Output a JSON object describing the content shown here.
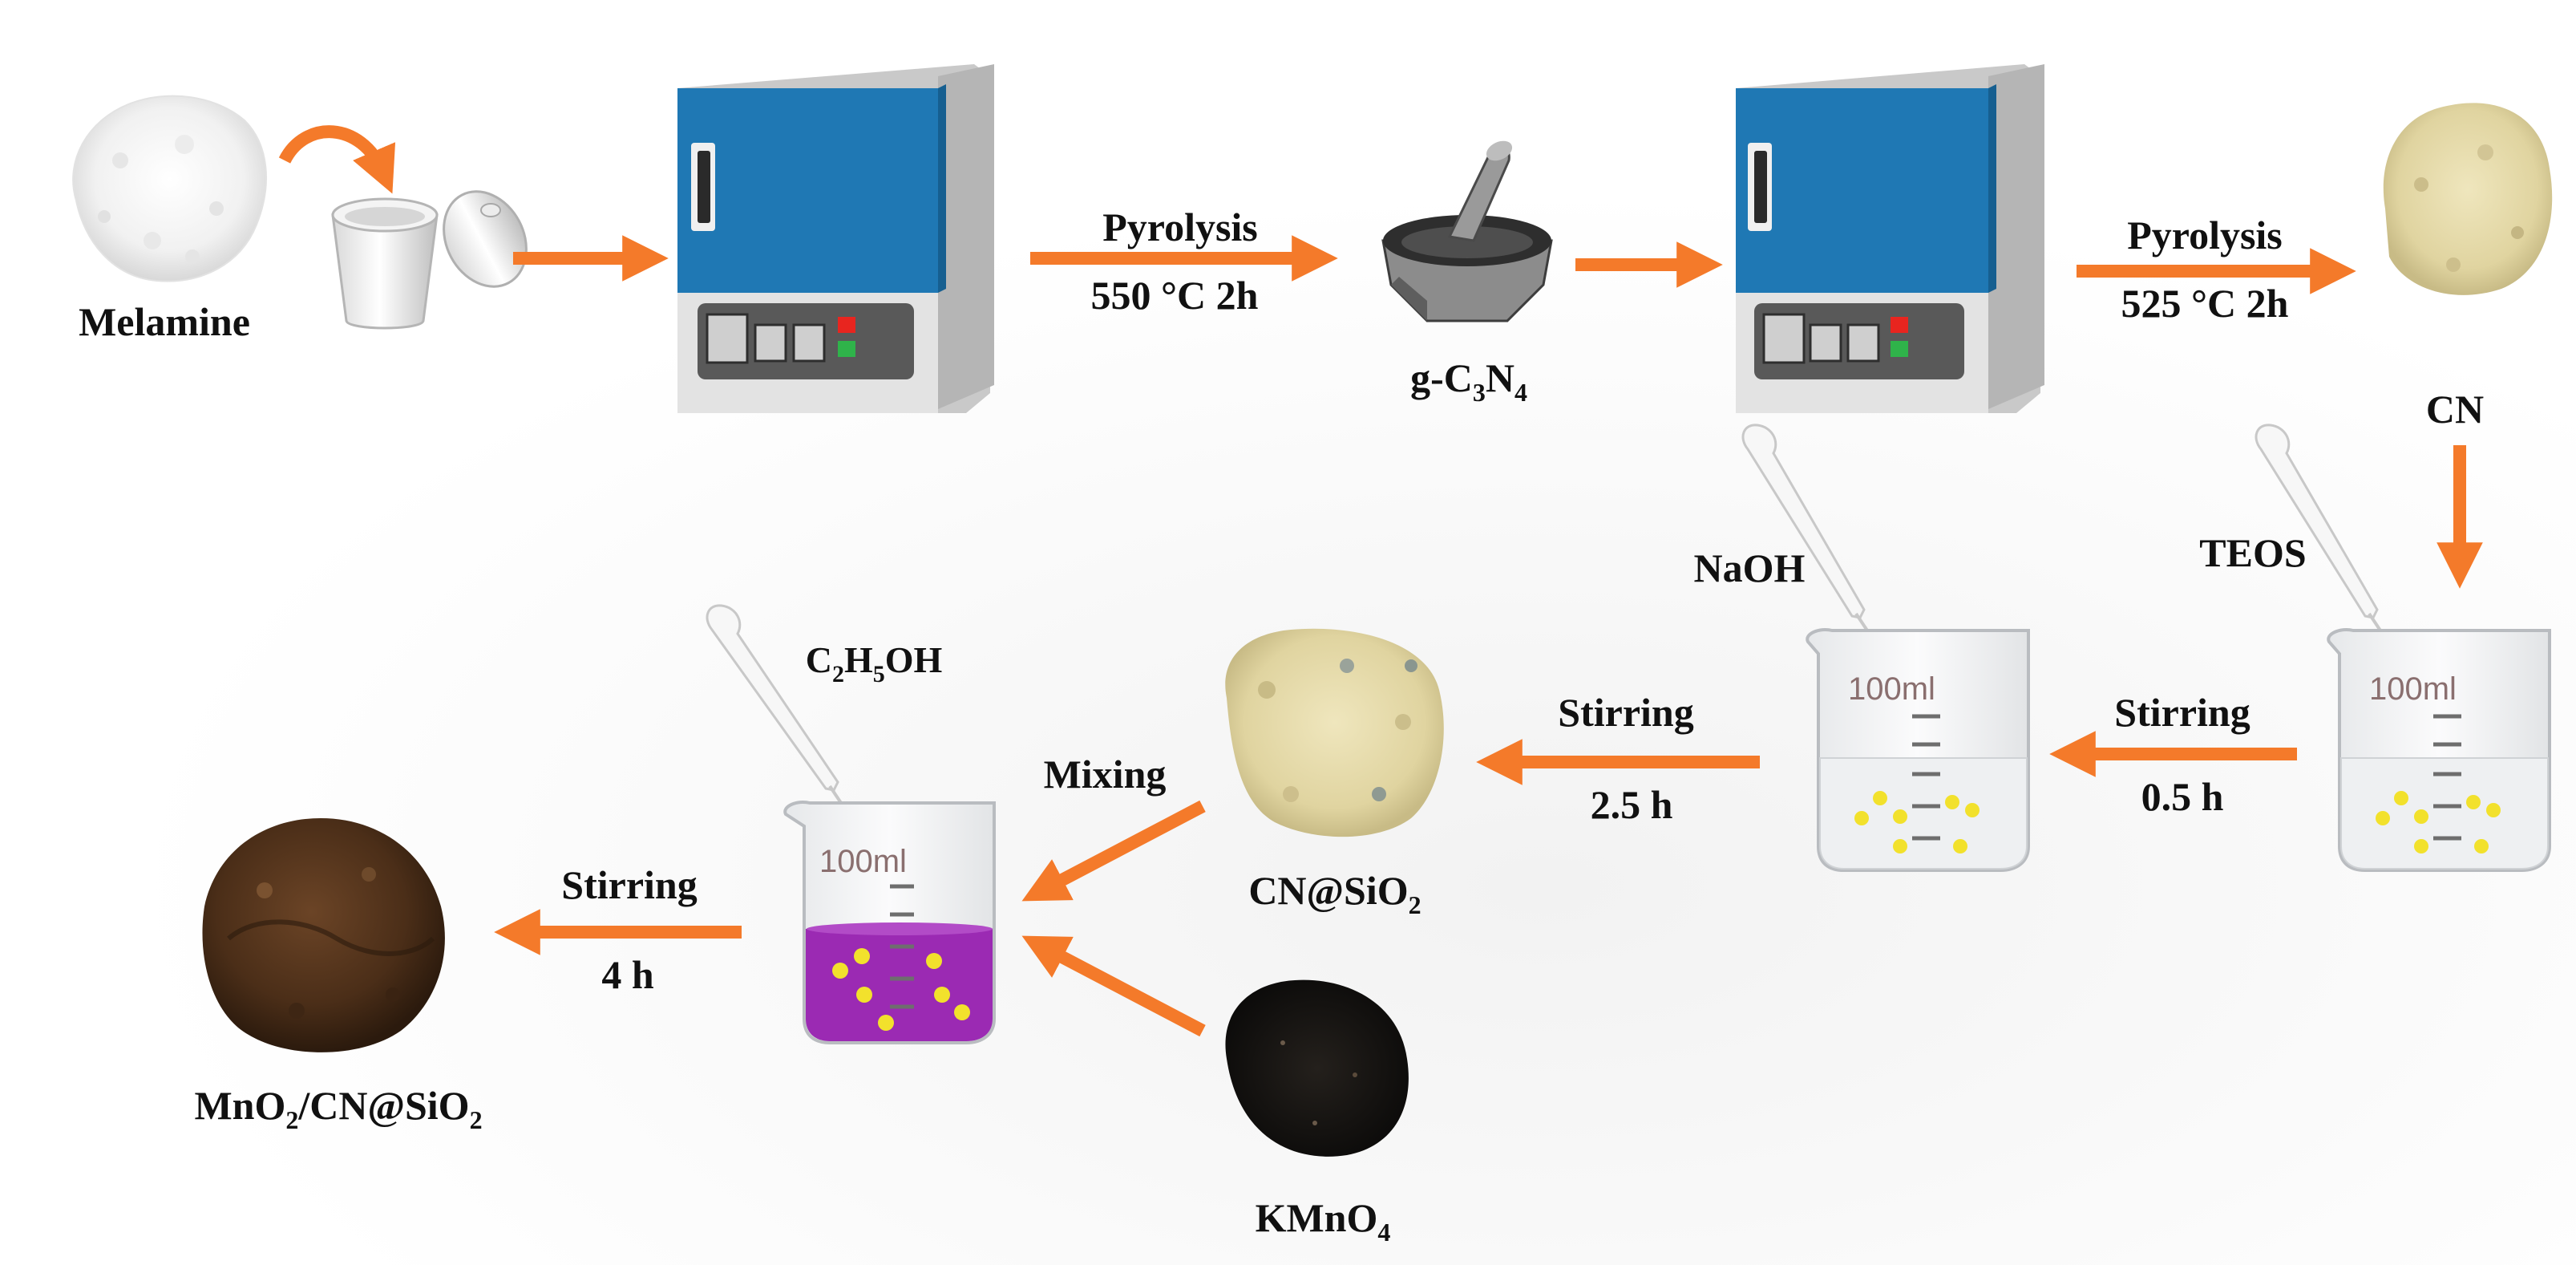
{
  "labels": {
    "melamine": "Melamine",
    "pyrolysis_1": "Pyrolysis",
    "temp_1": "550 °C 2h",
    "gcn": {
      "prefix": "g-C",
      "sub1": "3",
      "mid": "N",
      "sub2": "4"
    },
    "pyrolysis_2": "Pyrolysis",
    "temp_2": "525 °C 2h",
    "cn": "CN",
    "teos": "TEOS",
    "naoh": "NaOH",
    "stirring_1": "Stirring",
    "time_1": "0.5 h",
    "stirring_2": "Stirring",
    "time_2": "2.5 h",
    "cn_sio2": {
      "main": "CN@SiO",
      "sub": "2"
    },
    "mixing": "Mixing",
    "ethanol": {
      "a": "C",
      "s1": "2",
      "b": "H",
      "s2": "5",
      "c": "OH"
    },
    "kmno4": {
      "main": "KMnO",
      "sub": "4"
    },
    "stirring_3": "Stirring",
    "time_3": "4 h",
    "product": {
      "a": "MnO",
      "s1": "2",
      "b": "/CN@SiO",
      "s2": "2"
    }
  },
  "beaker_volume": "100ml",
  "colors": {
    "arrow": "#f47a2a",
    "furnace_door": "#1f78b4",
    "furnace_body": "#d4d4d4",
    "beaker_liquid_clear": "#eef0f2",
    "beaker_liquid_purple": "#9b2ab3",
    "particles": "#f2e12c",
    "cn_powder": "#e4d9a8",
    "kmno4_powder": "#141210",
    "product_powder": "#4d3019"
  }
}
